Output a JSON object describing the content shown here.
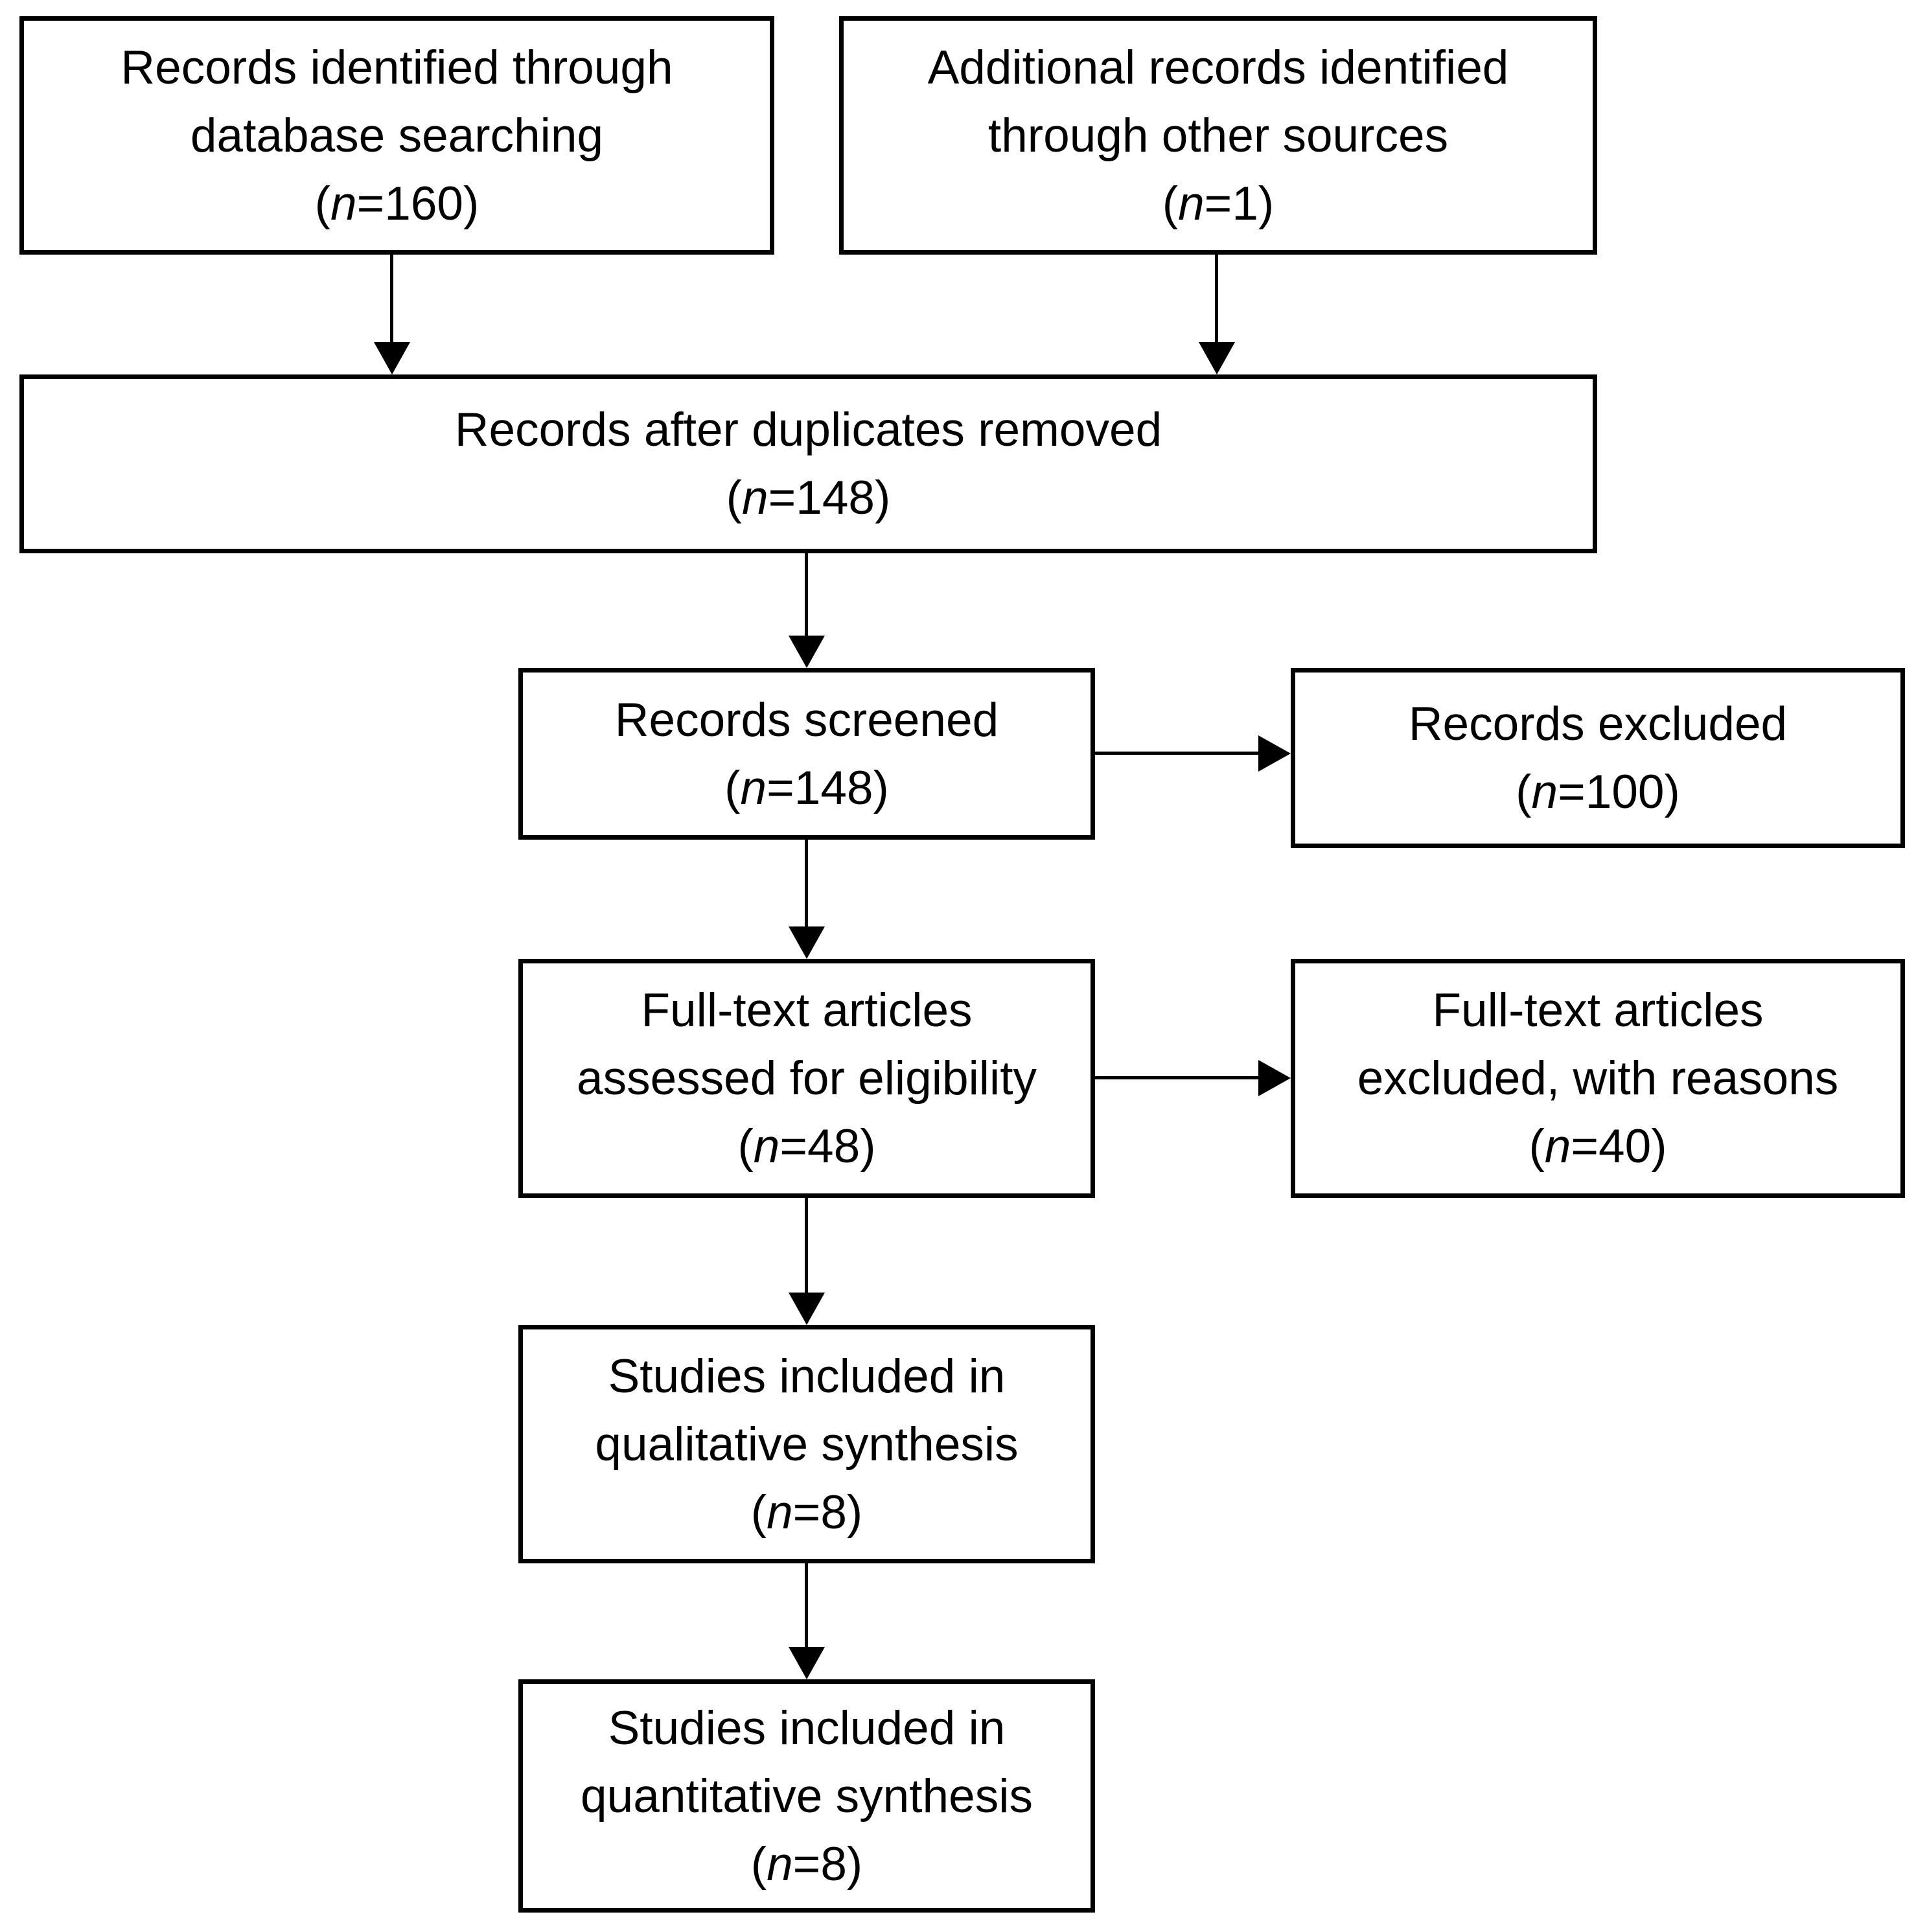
{
  "colors": {
    "background": "#ffffff",
    "box_border": "#000000",
    "arrow": "#000000",
    "text": "#000000"
  },
  "tokens": {
    "open_paren": "(",
    "n_symbol": "n",
    "equals": "=",
    "close_paren": ")"
  },
  "flowchart": {
    "boxes": [
      {
        "name": "records-identified",
        "lines": [
          "Records identified through",
          "database searching"
        ],
        "n": "160"
      },
      {
        "name": "additional-records",
        "lines": [
          "Additional records identified",
          "through other sources"
        ],
        "n": "1"
      },
      {
        "name": "after-duplicates",
        "lines": [
          "Records after duplicates removed"
        ],
        "n": "148"
      },
      {
        "name": "records-screened",
        "lines": [
          "Records screened"
        ],
        "n": "148"
      },
      {
        "name": "records-excluded",
        "lines": [
          "Records excluded"
        ],
        "n": "100"
      },
      {
        "name": "fulltext-assessed",
        "lines": [
          "Full-text articles",
          "assessed for eligibility"
        ],
        "n": "48"
      },
      {
        "name": "fulltext-excluded",
        "lines": [
          "Full-text articles",
          "excluded, with reasons"
        ],
        "n": "40"
      },
      {
        "name": "qualitative-included",
        "lines": [
          "Studies included in",
          "qualitative synthesis"
        ],
        "n": "8"
      },
      {
        "name": "quantitative-included",
        "lines": [
          "Studies included in",
          "quantitative synthesis"
        ],
        "n": "8"
      }
    ]
  }
}
